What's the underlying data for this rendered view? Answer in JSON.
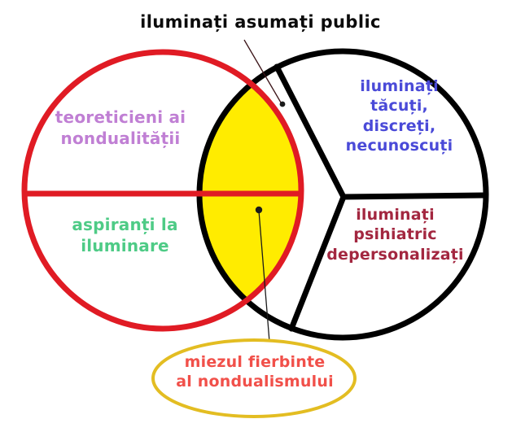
{
  "diagram": {
    "title": "iluminați asumați public",
    "left_circle": {
      "outline_color": "#e01b24",
      "top_region_label": "teoreticieni ai\nnondualității",
      "top_region_color": "#c07fd4",
      "bottom_region_label": "aspiranți la\niluminare",
      "bottom_region_color": "#4ecb86",
      "divider_color": "#e01b24"
    },
    "right_circle": {
      "outline_color": "#000000",
      "top_region_label": "iluminați\ntăcuți,\ndiscreți,\nnecunoscuți",
      "top_region_color": "#4a4ad8",
      "bottom_region_label": "iluminați\npsihiatric\ndepersonalizați",
      "bottom_region_color": "#a32740",
      "divider_color": "#000000"
    },
    "intersection": {
      "fill_color": "#ffec00",
      "callout_label": "miezul fierbinte\nal nondualismului",
      "callout_text_color": "#f1504a",
      "callout_outline_color": "#e3bd22"
    },
    "title_color": "#0b0b0b",
    "background_color": "#ffffff",
    "leader_line_color": "#3b1418"
  }
}
